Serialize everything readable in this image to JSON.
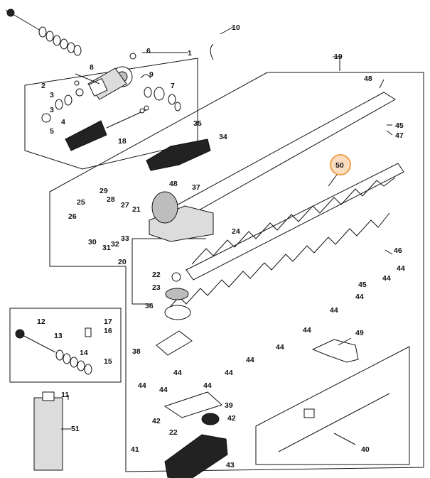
{
  "diagram": {
    "highlight_color": "#f0a04b",
    "highlighted_part": "50",
    "callouts": {
      "c1": "1",
      "c2": "2",
      "c3a": "3",
      "c3b": "3",
      "c4": "4",
      "c5": "5",
      "c6": "6",
      "c7": "7",
      "c8": "8",
      "c9": "9",
      "c10": "10",
      "c11": "11",
      "c12": "12",
      "c13": "13",
      "c14": "14",
      "c15": "15",
      "c16": "16",
      "c17": "17",
      "c18": "18",
      "c19": "19",
      "c20": "20",
      "c21": "21",
      "c22a": "22",
      "c22b": "22",
      "c23": "23",
      "c24": "24",
      "c25": "25",
      "c26": "26",
      "c27": "27",
      "c28": "28",
      "c29": "29",
      "c30": "30",
      "c31": "31",
      "c32": "32",
      "c33": "33",
      "c34": "34",
      "c35": "35",
      "c36": "36",
      "c37": "37",
      "c38": "38",
      "c39": "39",
      "c40": "40",
      "c41": "41",
      "c42a": "42",
      "c42b": "42",
      "c43": "43",
      "c44a": "44",
      "c44b": "44",
      "c44c": "44",
      "c44d": "44",
      "c44e": "44",
      "c44f": "44",
      "c44g": "44",
      "c44h": "44",
      "c44i": "44",
      "c44j": "44",
      "c44k": "44",
      "c44l": "44",
      "c45a": "45",
      "c45b": "45",
      "c46": "46",
      "c47": "47",
      "c48a": "48",
      "c48b": "48",
      "c49": "49",
      "c50": "50",
      "c51": "51"
    }
  }
}
